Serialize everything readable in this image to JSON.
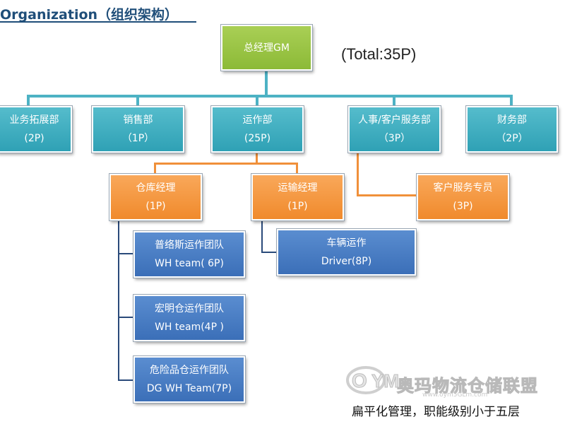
{
  "header": {
    "title": "Organization（组织架构）",
    "total": "(Total:35P)"
  },
  "chart": {
    "gm": "总经理GM",
    "departments": [
      {
        "name": "业务拓展部",
        "count": "(2P)"
      },
      {
        "name": "销售部",
        "count": "（1P）"
      },
      {
        "name": "运作部",
        "count": "(25P)"
      },
      {
        "name": "人事/客户服务部",
        "count": "（3P）"
      },
      {
        "name": "财务部",
        "count": "（2P）"
      }
    ],
    "managers": [
      {
        "name": "仓库经理",
        "count": "(1P)"
      },
      {
        "name": "运输经理",
        "count": "(1P)"
      },
      {
        "name": "客户服务专员",
        "count": "(3P)"
      }
    ],
    "teams": [
      {
        "name": "普络斯运作团队",
        "count": "WH team( 6P)"
      },
      {
        "name": "宏明仓运作团队",
        "count": "WH team(4P )"
      },
      {
        "name": "危险品仓运作团队",
        "count": "DG WH Team(7P)"
      },
      {
        "name": "车辆运作",
        "count": "Driver(8P)"
      }
    ]
  },
  "watermark": {
    "brand": "奥玛物流仓储联盟",
    "url": "www.oym5GLm.com"
  },
  "footer": {
    "note": "扁平化管理，职能级别小于五层"
  },
  "colors": {
    "gm": "#8cba37",
    "department": "#2fa1b5",
    "manager": "#f08a2c",
    "team": "#3b6fb8",
    "title": "#1f4e79"
  }
}
